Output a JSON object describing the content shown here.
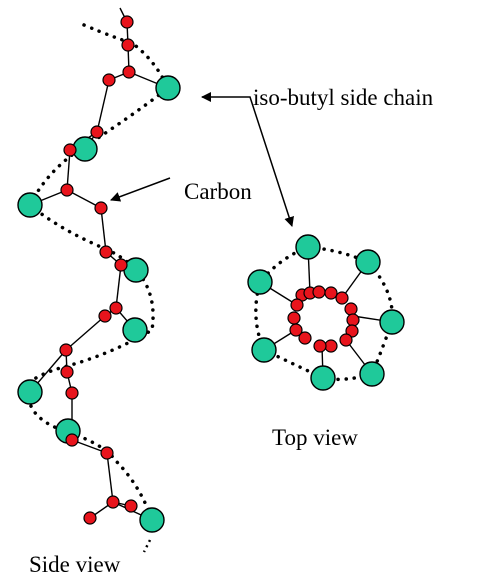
{
  "labels": {
    "side_chain": "iso-butyl side chain",
    "carbon": "Carbon",
    "top_view": "Top view",
    "side_view": "Side view"
  },
  "colors": {
    "carbon": "#e8141c",
    "side_chain": "#1fc99a",
    "outline": "#000000",
    "background": "#ffffff"
  }
}
